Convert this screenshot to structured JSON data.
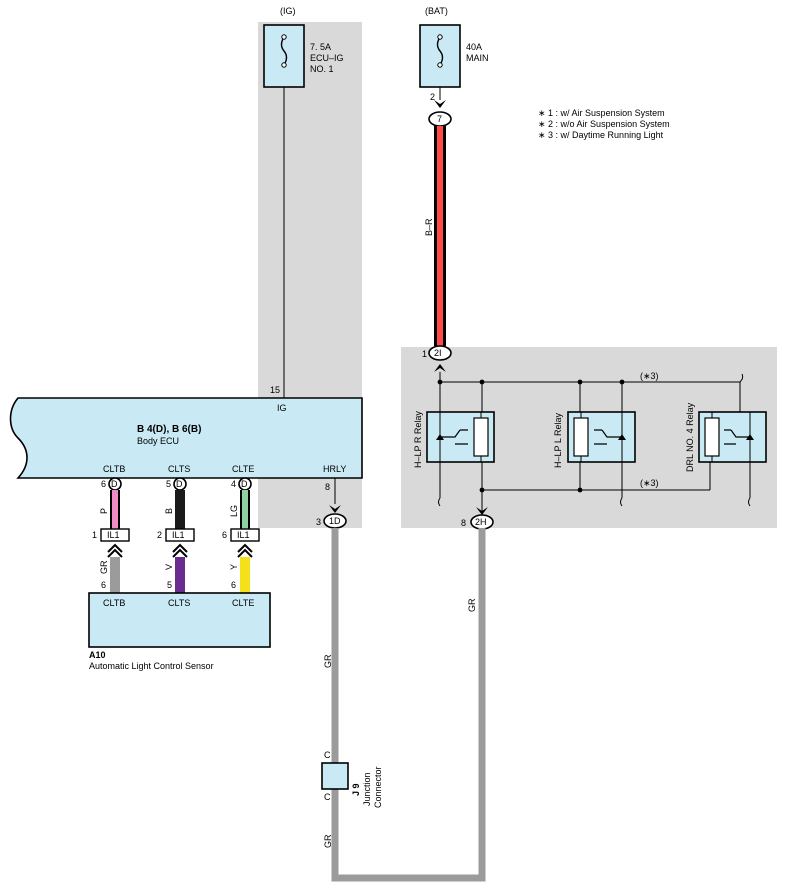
{
  "sources": {
    "ig": "(IG)",
    "bat": "(BAT)"
  },
  "fuses": {
    "ecu_ig": {
      "rating": "7. 5A",
      "line1": "ECU–IG",
      "line2": "NO. 1"
    },
    "main": {
      "rating": "40A",
      "line1": "MAIN"
    }
  },
  "notes": [
    "∗ 1 : w/ Air Suspension System",
    "∗ 2 : w/o Air Suspension System",
    "∗ 3 : w/ Daytime Running Light"
  ],
  "body_ecu": {
    "code": "B 4(D), B 6(B)",
    "name": "Body ECU",
    "pins": {
      "ig": "IG",
      "cltb": "CLTB",
      "clts": "CLTS",
      "clte": "CLTE",
      "hrly": "HRLY"
    },
    "pin_numbers": {
      "ig": "15",
      "cltb": "6",
      "clts": "5",
      "clte": "4",
      "hrly": "8"
    },
    "connector_letter": "D"
  },
  "sensor": {
    "code": "A10",
    "name": "Automatic Light Control Sensor",
    "pins": {
      "cltb": "CLTB",
      "clts": "CLTS",
      "clte": "CLTE"
    },
    "pin_numbers": {
      "cltb": "6",
      "clts": "5",
      "clte": "6"
    }
  },
  "inline_connectors": {
    "label": "IL1",
    "pin_numbers": {
      "cltb": "1",
      "clts": "2",
      "clte": "6"
    }
  },
  "connectors": {
    "c1d": {
      "label": "1D",
      "pin": "3"
    },
    "c2h": {
      "label": "2H",
      "pin": "8"
    },
    "c2i": {
      "label": "2I",
      "pin": "1"
    },
    "c7": {
      "label": "7",
      "pin": "2"
    }
  },
  "wires": {
    "bat": "B–R",
    "cltb_ecu": "P",
    "clts_ecu": "B",
    "clte_ecu": "LG",
    "cltb_sensor": "GR",
    "clts_sensor": "V",
    "clte_sensor": "Y",
    "hrly": "GR",
    "relay_out": "GR",
    "junction_out": "GR"
  },
  "relays": {
    "hlp_r": "H–LP R Relay",
    "hlp_l": "H–LP L Relay",
    "drl": "DRL NO. 4 Relay",
    "note_top": "(∗3)",
    "note_bottom": "(∗3)"
  },
  "junction": {
    "code": "J 9",
    "line1": "Junction",
    "line2": "Connector",
    "pin_top": "C",
    "pin_bottom": "C"
  },
  "colors": {
    "panel_gray": "#d9d9d9",
    "ecu_blue": "#c9eaf5",
    "wire_gray": "#9b9b9b",
    "wire_red": "#ff4a4a",
    "wire_pink": "#f08cc4",
    "wire_black": "#1a1a1a",
    "wire_lightgreen": "#8fd1a0",
    "wire_violet": "#6a2c8e",
    "wire_yellow": "#f5e11a"
  }
}
